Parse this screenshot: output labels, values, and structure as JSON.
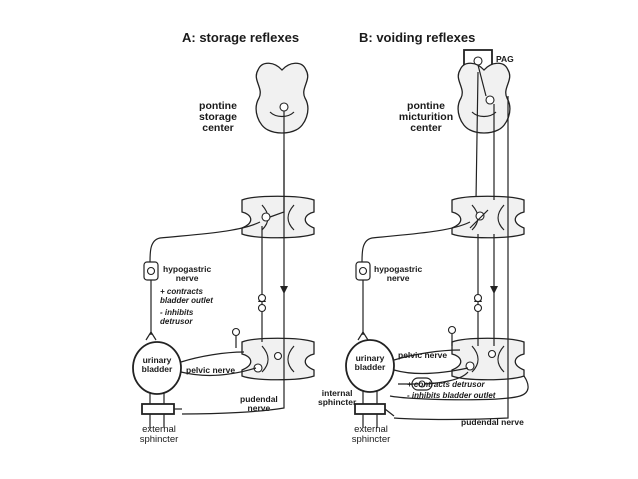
{
  "panel_a": {
    "title": "A: storage reflexes",
    "center_line1": "pontine",
    "center_line2": "storage",
    "center_line3": "center",
    "hypogastric_line1": "hypogastric",
    "hypogastric_line2": "nerve",
    "effect1_line1": "+ contracts",
    "effect1_line2": "bladder outlet",
    "effect2_line1": "- inhibits",
    "effect2_line2": "detrusor",
    "bladder_line1": "urinary",
    "bladder_line2": "bladder",
    "pelvic": "pelvic nerve",
    "pudendal_line1": "pudendal",
    "pudendal_line2": "nerve",
    "sphincter_line1": "external",
    "sphincter_line2": "sphincter"
  },
  "panel_b": {
    "title": "B: voiding reflexes",
    "pag": "PAG",
    "center_line1": "pontine",
    "center_line2": "micturition",
    "center_line3": "center",
    "hypogastric_line1": "hypogastric",
    "hypogastric_line2": "nerve",
    "bladder_line1": "urinary",
    "bladder_line2": "bladder",
    "pelvic": "pelvic nerve",
    "effect1": "+ contracts detrusor",
    "effect2": "- inhibits bladder outlet",
    "internal_line1": "internal",
    "internal_line2": "sphincter",
    "pudendal": "pudendal nerve",
    "sphincter_line1": "external",
    "sphincter_line2": "sphincter"
  }
}
